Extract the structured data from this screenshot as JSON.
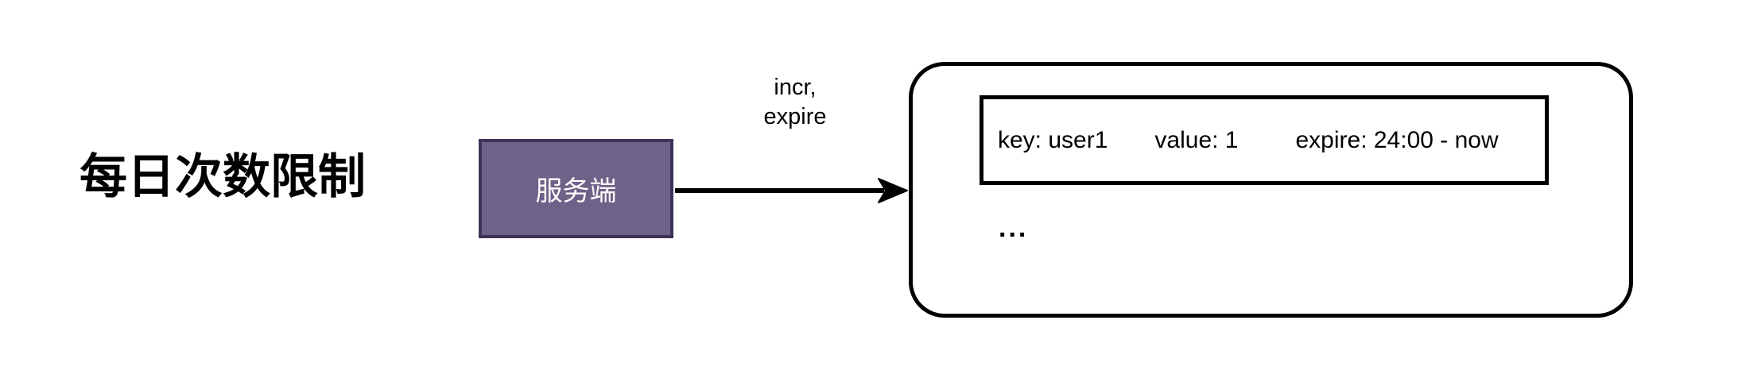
{
  "diagram": {
    "title": "每日次数限制",
    "server": {
      "label": "服务端"
    },
    "arrow": {
      "label_line1": "incr,",
      "label_line2": "expire"
    },
    "store": {
      "record": {
        "key": "key: user1",
        "value": "value: 1",
        "expire": "expire: 24:00 - now"
      },
      "more": "..."
    },
    "colors": {
      "server_fill": "#6e6288",
      "server_border": "#3e3359",
      "stroke": "#000000",
      "background": "#ffffff",
      "server_text": "#ffffff"
    }
  }
}
